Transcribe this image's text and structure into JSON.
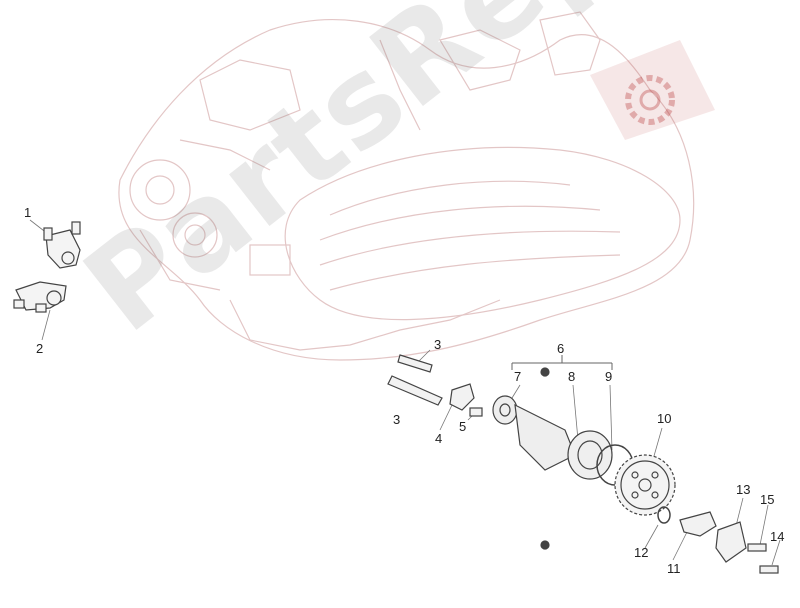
{
  "watermark": {
    "text": "PartsRepublik"
  },
  "callouts": [
    {
      "id": "1",
      "label": "1"
    },
    {
      "id": "2",
      "label": "2"
    },
    {
      "id": "3a",
      "label": "3"
    },
    {
      "id": "3b",
      "label": "3"
    },
    {
      "id": "4",
      "label": "4"
    },
    {
      "id": "5",
      "label": "5"
    },
    {
      "id": "6",
      "label": "6"
    },
    {
      "id": "7",
      "label": "7"
    },
    {
      "id": "8",
      "label": "8"
    },
    {
      "id": "9",
      "label": "9"
    },
    {
      "id": "10",
      "label": "10"
    },
    {
      "id": "11",
      "label": "11"
    },
    {
      "id": "12",
      "label": "12"
    },
    {
      "id": "13",
      "label": "13"
    },
    {
      "id": "14",
      "label": "14"
    },
    {
      "id": "15",
      "label": "15"
    }
  ],
  "icons": {
    "logo": "gear-icon"
  },
  "colors": {
    "line": "#c04a4a",
    "engine_sketch": "#d9b7b7",
    "parts": "#555555",
    "logo": "#b83a3a"
  }
}
